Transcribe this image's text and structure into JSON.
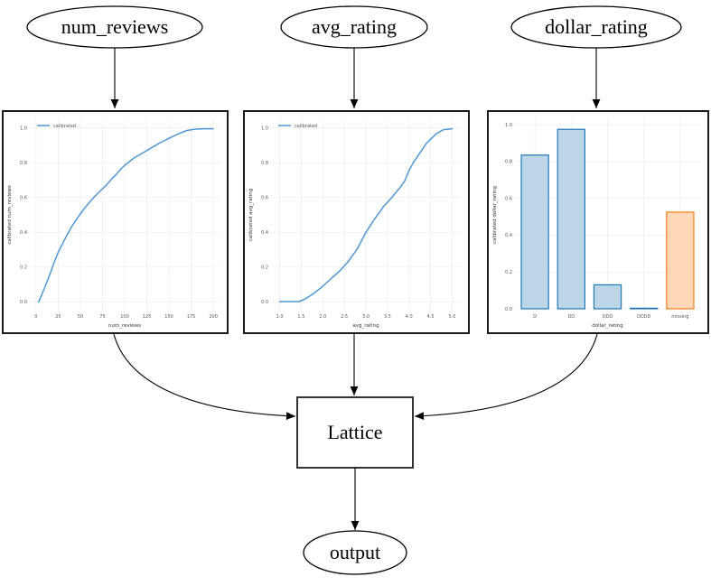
{
  "nodes": {
    "num_reviews": "num_reviews",
    "avg_rating": "avg_rating",
    "dollar_rating": "dollar_rating",
    "lattice": "Lattice",
    "output": "output"
  },
  "colors": {
    "line": "#4f97d4",
    "bar_blue_fill": "#bcd6e8",
    "bar_blue_edge": "#1f77b4",
    "bar_orange_fill": "#ffd8b7",
    "bar_orange_edge": "#f57e17",
    "grid": "#ededed",
    "tick_text": "#555555",
    "frame": "#1a1a1a"
  },
  "chart_data": [
    {
      "type": "line",
      "name": "num_reviews_calibration",
      "xlabel": "num_reviews",
      "ylabel": "calibrated num_reviews",
      "legend": [
        "calibrated"
      ],
      "grid": true,
      "legend_position": "upper left",
      "xlim": [
        -7,
        207
      ],
      "ylim": [
        -0.05,
        1.05
      ],
      "xticks": [
        0,
        25,
        50,
        75,
        100,
        125,
        150,
        175,
        200
      ],
      "xtick_labels": [
        "0",
        "25",
        "50",
        "75",
        "100",
        "125",
        "150",
        "175",
        "200"
      ],
      "yticks": [
        0,
        0.2,
        0.4,
        0.6,
        0.8,
        1.0
      ],
      "ytick_labels": [
        "0.0",
        "0.2",
        "0.4",
        "0.6",
        "0.8",
        "1.0"
      ],
      "x": [
        3,
        10,
        15,
        20,
        25,
        30,
        35,
        40,
        45,
        50,
        55,
        60,
        65,
        70,
        75,
        80,
        85,
        90,
        95,
        100,
        110,
        120,
        130,
        140,
        150,
        160,
        170,
        180,
        190,
        200
      ],
      "y": [
        0.0,
        0.085,
        0.15,
        0.22,
        0.285,
        0.335,
        0.385,
        0.43,
        0.47,
        0.505,
        0.54,
        0.57,
        0.6,
        0.625,
        0.65,
        0.675,
        0.705,
        0.73,
        0.76,
        0.785,
        0.825,
        0.855,
        0.885,
        0.915,
        0.94,
        0.965,
        0.985,
        0.993,
        0.995,
        0.995
      ]
    },
    {
      "type": "line",
      "name": "avg_rating_calibration",
      "xlabel": "avg_rating",
      "ylabel": "calibrated avg_rating",
      "legend": [
        "calibrated"
      ],
      "grid": true,
      "legend_position": "upper left",
      "xlim": [
        0.8,
        5.2
      ],
      "ylim": [
        -0.05,
        1.05
      ],
      "xticks": [
        1.0,
        1.5,
        2.0,
        2.5,
        3.0,
        3.5,
        4.0,
        4.5,
        5.0
      ],
      "xtick_labels": [
        "1.0",
        "1.5",
        "2.0",
        "2.5",
        "3.0",
        "3.5",
        "4.0",
        "4.5",
        "5.0"
      ],
      "yticks": [
        0,
        0.2,
        0.4,
        0.6,
        0.8,
        1.0
      ],
      "ytick_labels": [
        "0.0",
        "0.2",
        "0.4",
        "0.6",
        "0.8",
        "1.0"
      ],
      "x": [
        1.0,
        1.45,
        1.6,
        1.8,
        2.0,
        2.2,
        2.4,
        2.6,
        2.8,
        3.0,
        3.2,
        3.4,
        3.6,
        3.8,
        3.9,
        4.0,
        4.1,
        4.25,
        4.4,
        4.5,
        4.65,
        4.8,
        5.0
      ],
      "y": [
        0.002,
        0.002,
        0.018,
        0.05,
        0.09,
        0.135,
        0.18,
        0.235,
        0.305,
        0.4,
        0.475,
        0.545,
        0.6,
        0.66,
        0.695,
        0.755,
        0.8,
        0.855,
        0.91,
        0.935,
        0.97,
        0.99,
        0.995
      ]
    },
    {
      "type": "bar",
      "name": "dollar_rating_calibration",
      "xlabel": "dollar_rating",
      "ylabel": "calibrated dollar_rating",
      "grid": true,
      "xlim": [
        -0.55,
        4.55
      ],
      "ylim": [
        -0.01,
        1.03
      ],
      "categories": [
        "D",
        "DD",
        "DDD",
        "DDDD",
        "missing"
      ],
      "values": [
        0.835,
        0.975,
        0.13,
        0.003,
        0.525
      ],
      "bar_colors": [
        "blue",
        "blue",
        "blue",
        "blue",
        "orange"
      ],
      "yticks": [
        0,
        0.2,
        0.4,
        0.6,
        0.8,
        1.0
      ],
      "ytick_labels": [
        "0.0",
        "0.2",
        "0.4",
        "0.6",
        "0.8",
        "1.0"
      ]
    }
  ]
}
